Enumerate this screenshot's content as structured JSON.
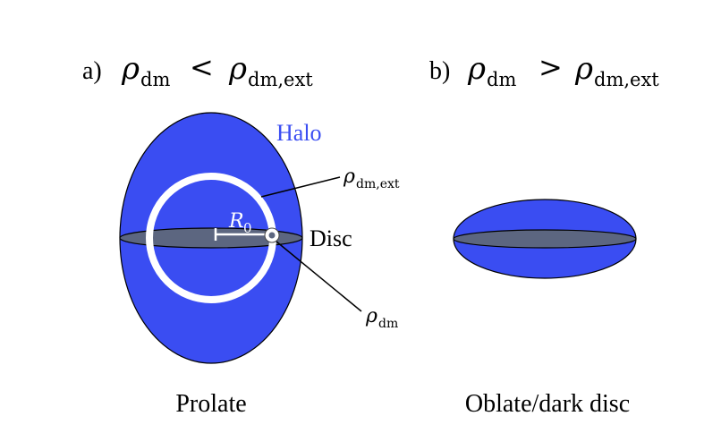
{
  "panel_a": {
    "prefix": "a)",
    "rho": "ρ",
    "sub_dm": "dm",
    "relation": "<",
    "sub_ext": "dm,ext"
  },
  "panel_b": {
    "prefix": "b)",
    "rho": "ρ",
    "sub_dm": "dm",
    "relation": ">",
    "sub_ext": "dm,ext"
  },
  "labels": {
    "halo": "Halo",
    "disc": "Disc",
    "radius_symbol": "R",
    "radius_sub": "0",
    "rho": "ρ",
    "rho_ext_sub": "dm,ext",
    "rho_dm_sub": "dm",
    "prolate": "Prolate",
    "oblate": "Oblate/dark disc"
  },
  "colors": {
    "halo_blue": "#3a4df2",
    "halo_text": "#3a4df2",
    "disc_gray": "#5c6680",
    "outline": "#000000",
    "ring": "#ffffff"
  }
}
